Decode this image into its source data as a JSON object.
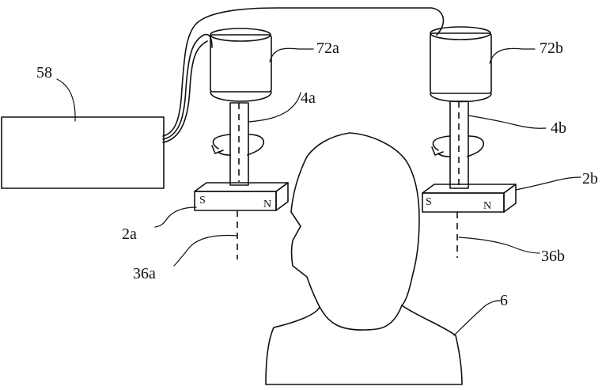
{
  "labels": {
    "controller": "58",
    "motor_a": "72a",
    "motor_b": "72b",
    "shaft_a": "4a",
    "shaft_b": "4b",
    "magnet_a": "2a",
    "magnet_b": "2b",
    "axis_a": "36a",
    "axis_b": "36b",
    "head": "6"
  },
  "poles": {
    "a_south": "S",
    "a_north": "N",
    "b_south": "S",
    "b_north": "N"
  }
}
